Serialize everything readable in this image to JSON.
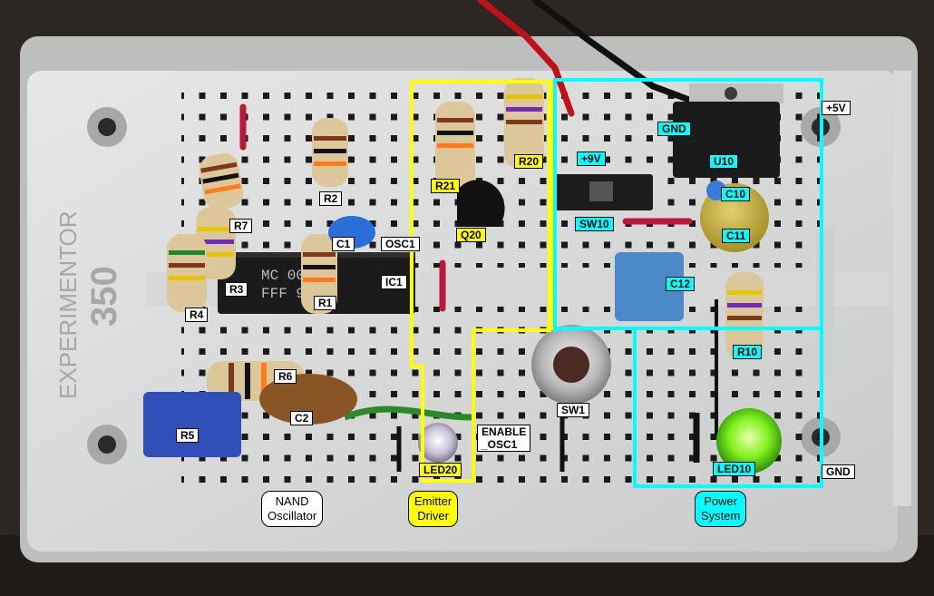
{
  "board_text": {
    "brand": "EXPERIMENTOR",
    "model": "350"
  },
  "chip_marking": {
    "line1": "MC  00AI",
    "line2": "FFF   98"
  },
  "component_labels": {
    "r7": "R7",
    "r2": "R2",
    "r3": "R3",
    "r4": "R4",
    "r1": "R1",
    "r6": "R6",
    "r5": "R5",
    "c1": "C1",
    "c2": "C2",
    "osc1": "OSC1",
    "ic1": "IC1",
    "r21": "R21",
    "r20": "R20",
    "q20": "Q20",
    "led20": "LED20",
    "enable_osc1": "ENABLE\n_OSC1",
    "sw1": "SW1",
    "gnd_reg": "GND",
    "plus9v": "+9V",
    "sw10": "SW10",
    "u10": "U10",
    "c10": "C10",
    "c11": "C11",
    "c12": "C12",
    "r10": "R10",
    "led10": "LED10",
    "plus5v": "+5V",
    "gnd_rail": "GND"
  },
  "group_labels": {
    "nand": "NAND\nOscillator",
    "emitter": "Emitter\nDriver",
    "power": "Power\nSystem"
  },
  "colors": {
    "label_white": "#ffffff",
    "label_yellow": "#ffff00",
    "label_cyan": "#00ffff",
    "emitter_zone": "#ffff00",
    "power_zone": "#00ffff"
  }
}
